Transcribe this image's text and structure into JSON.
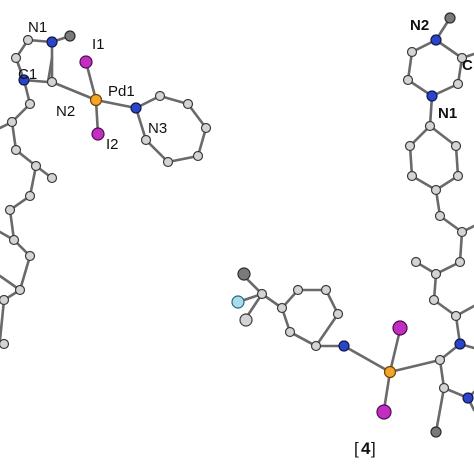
{
  "left_structure": {
    "labels": {
      "n1": "N1",
      "c1": "C1",
      "n2": "N2",
      "i1": "I1",
      "pd1": "Pd1",
      "i2": "I2",
      "n3": "N3"
    }
  },
  "right_structure": {
    "labels": {
      "n2": "N2",
      "n1": "N1",
      "c_partial": "C"
    },
    "caption": {
      "open": "[",
      "number": "4",
      "close": "]"
    }
  },
  "colors": {
    "bond": "#6a6a6a",
    "carbon": "#d4d4d4",
    "nitrogen": "#2c44c8",
    "iodine": "#c22ec2",
    "palladium": "#f0a62a",
    "fluorine": "#a6dcec",
    "methyl": "#7a7a7a"
  }
}
